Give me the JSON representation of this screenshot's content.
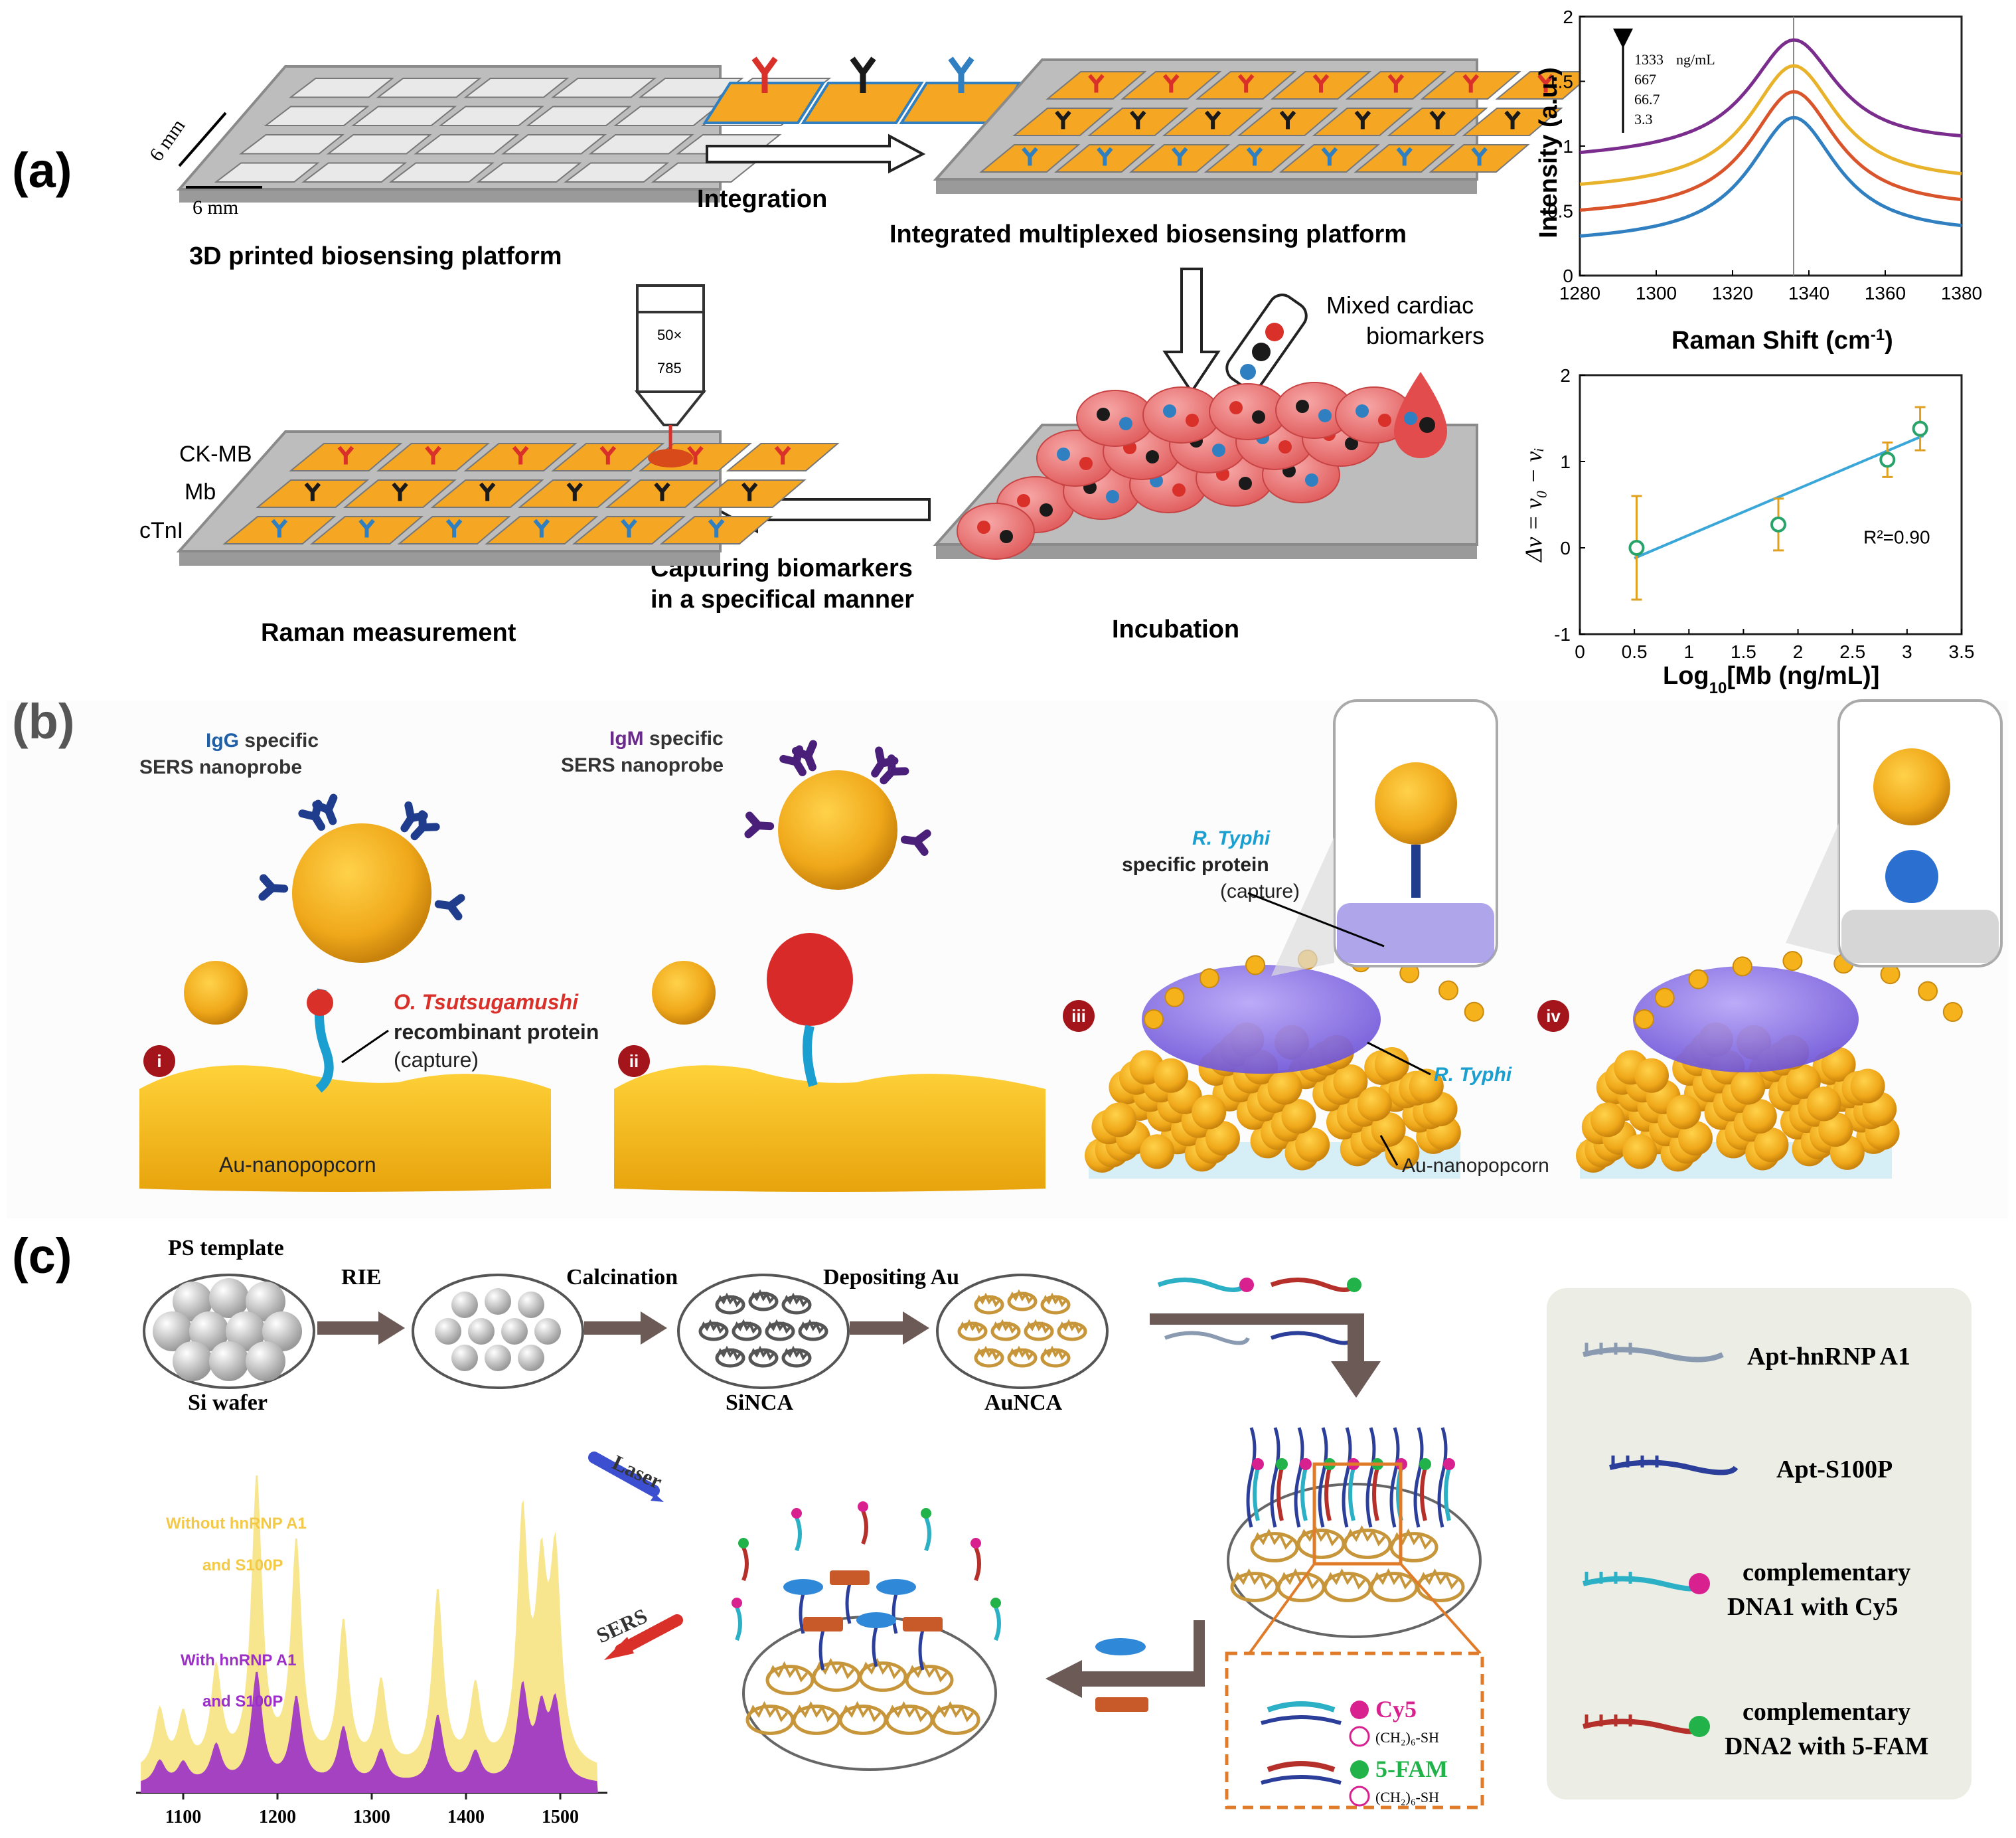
{
  "panel_labels": {
    "a": "(a)",
    "b": "(b)",
    "c": "(c)"
  },
  "panel_a": {
    "dim_w": "6 mm",
    "dim_h": "6 mm",
    "platform_title": "3D printed biosensing platform",
    "integration": "Integration",
    "integrated_title": "Integrated multiplexed biosensing platform",
    "mixed_line1": "Mixed cardiac",
    "mixed_line2": "biomarkers",
    "objective_mag": "50×",
    "objective_wl": "785",
    "ck_mb": "CK-MB",
    "mb": "Mb",
    "ctni": "cTnI",
    "raman_title": "Raman measurement",
    "capturing_line1": "Capturing biomarkers",
    "capturing_line2": "in a specifical manner",
    "incubation": "Incubation",
    "colors": {
      "orange": "#f5a623",
      "red": "#d9302a",
      "black": "#1a1a1a",
      "blue": "#2f7fc1",
      "pink": "#f07c7c"
    }
  },
  "spectrum_chart": {
    "type": "line",
    "xlabel": "Raman Shift (cm",
    "xlabel_sup": "-1",
    "xlabel_end": ")",
    "ylabel": "Intensity (a.u.)",
    "xlim": [
      1280,
      1380
    ],
    "ylim": [
      0,
      2
    ],
    "x_ticks": [
      "1280",
      "1300",
      "1320",
      "1340",
      "1360",
      "1380"
    ],
    "y_ticks": [
      "0",
      "0.5",
      "1",
      "1.5",
      "2"
    ],
    "legend_unit": "ng/mL",
    "legend": [
      "1333",
      "667",
      "66.7",
      "3.3"
    ],
    "vline_x": 1336
  },
  "calibration_chart": {
    "type": "scatter",
    "xlabel_prefix": "Log",
    "xlabel_sub": "10",
    "xlabel_suffix": "[Mb (ng/mL)]",
    "ylabel": "Δν = ν₀ − νᵢ",
    "xlim": [
      0,
      3.5
    ],
    "ylim": [
      -1,
      2
    ],
    "x_ticks": [
      "0",
      "0.5",
      "1",
      "1.5",
      "2",
      "2.5",
      "3",
      "3.5"
    ],
    "y_ticks": [
      "-1",
      "0",
      "1",
      "2"
    ],
    "r2": "R²=0.90",
    "points": [
      {
        "x": 0.52,
        "y": 0.0,
        "err": 0.6
      },
      {
        "x": 1.82,
        "y": 0.27,
        "err": 0.3
      },
      {
        "x": 2.82,
        "y": 1.02,
        "err": 0.2
      },
      {
        "x": 3.12,
        "y": 1.38,
        "err": 0.25
      }
    ],
    "fit": {
      "x0": 0.5,
      "y0": -0.12,
      "x1": 3.15,
      "y1": 1.3
    }
  },
  "chart_data": [
    {
      "type": "line",
      "xlabel": "Raman Shift (cm-1)",
      "ylabel": "Intensity (a.u.)",
      "xlim": [
        1280,
        1380
      ],
      "ylim": [
        0,
        2
      ],
      "legend_placement": "top-left",
      "series": [
        {
          "name": "1333",
          "color": "#7b2d8e",
          "x": [
            1280,
            1300,
            1320,
            1336,
            1350,
            1365,
            1380
          ],
          "values": [
            0.9,
            1.0,
            1.3,
            1.82,
            1.4,
            1.1,
            1.0
          ]
        },
        {
          "name": "667",
          "color": "#e8b22b",
          "x": [
            1280,
            1300,
            1320,
            1336,
            1350,
            1365,
            1380
          ],
          "values": [
            0.65,
            0.75,
            1.05,
            1.62,
            1.15,
            0.85,
            0.7
          ]
        },
        {
          "name": "66.7",
          "color": "#d9532b",
          "x": [
            1280,
            1300,
            1320,
            1336,
            1350,
            1365,
            1380
          ],
          "values": [
            0.45,
            0.55,
            0.85,
            1.42,
            0.95,
            0.62,
            0.5
          ]
        },
        {
          "name": "3.3",
          "color": "#2f7fc1",
          "x": [
            1280,
            1300,
            1320,
            1336,
            1350,
            1365,
            1380
          ],
          "values": [
            0.25,
            0.35,
            0.65,
            1.22,
            0.75,
            0.42,
            0.3
          ]
        }
      ]
    },
    {
      "type": "scatter",
      "xlabel": "Log10[Mb (ng/mL)]",
      "ylabel": "Δν = ν0 − νi",
      "xlim": [
        0,
        3.5
      ],
      "ylim": [
        -1,
        2
      ],
      "annotation": "R²=0.90",
      "series": [
        {
          "x": [
            0.52,
            1.82,
            2.82,
            3.12
          ],
          "values": [
            0.0,
            0.27,
            1.02,
            1.38
          ],
          "errors": [
            0.6,
            0.3,
            0.2,
            0.25
          ]
        }
      ]
    },
    {
      "type": "area",
      "xlim": [
        1050,
        1550
      ],
      "x_ticks": [
        "1100",
        "1200",
        "1300",
        "1400",
        "1500"
      ],
      "series": [
        {
          "name": "Without hnRNP A1 and S100P",
          "color": "#f7e27a"
        },
        {
          "name": "With hnRNP A1 and S100P",
          "color": "#9b30c7"
        }
      ]
    }
  ],
  "panel_b": {
    "igg_word": "IgG",
    "igg_rest": " specific",
    "igg_line2": "SERS nanoprobe",
    "igm_word": "IgM",
    "igm_rest": " specific",
    "igm_line2": "SERS nanoprobe",
    "o_tsu": "O. Tsutsugamushi",
    "recomb": "recombinant protein",
    "capture": "(capture)",
    "au_popcorn": "Au-nanopopcorn",
    "roman": [
      "i",
      "ii",
      "iii",
      "iv"
    ],
    "r_typhi": "R. Typhi",
    "specific_protein": "specific protein",
    "capture2": "(capture)",
    "r_typhi2": "R. Typhi",
    "au_popcorn2": "Au-nanopopcorn"
  },
  "panel_c": {
    "ps_template": "PS template",
    "si_wafer": "Si wafer",
    "rie": "RIE",
    "calcination": "Calcination",
    "depositing": "Depositing Au",
    "sinca": "SiNCA",
    "aunca": "AuNCA",
    "laser": "Laser",
    "sers": "SERS",
    "without_line1": "Without hnRNP A1",
    "without_line2": "and S100P",
    "with_line1": "With hnRNP A1",
    "with_line2": "and S100P",
    "x_ticks": [
      "1100",
      "1200",
      "1300",
      "1400",
      "1500"
    ],
    "cy5": "Cy5",
    "fam": "5-FAM",
    "ch2sh": "(CH₂)₆-SH",
    "legend": {
      "apt_hnrnp": "Apt-hnRNP A1",
      "apt_s100p": "Apt-S100P",
      "comp1_line1": "complementary",
      "comp1_line2": "DNA1 with Cy5",
      "comp2_line1": "complementary",
      "comp2_line2": "DNA2 with 5-FAM"
    }
  }
}
